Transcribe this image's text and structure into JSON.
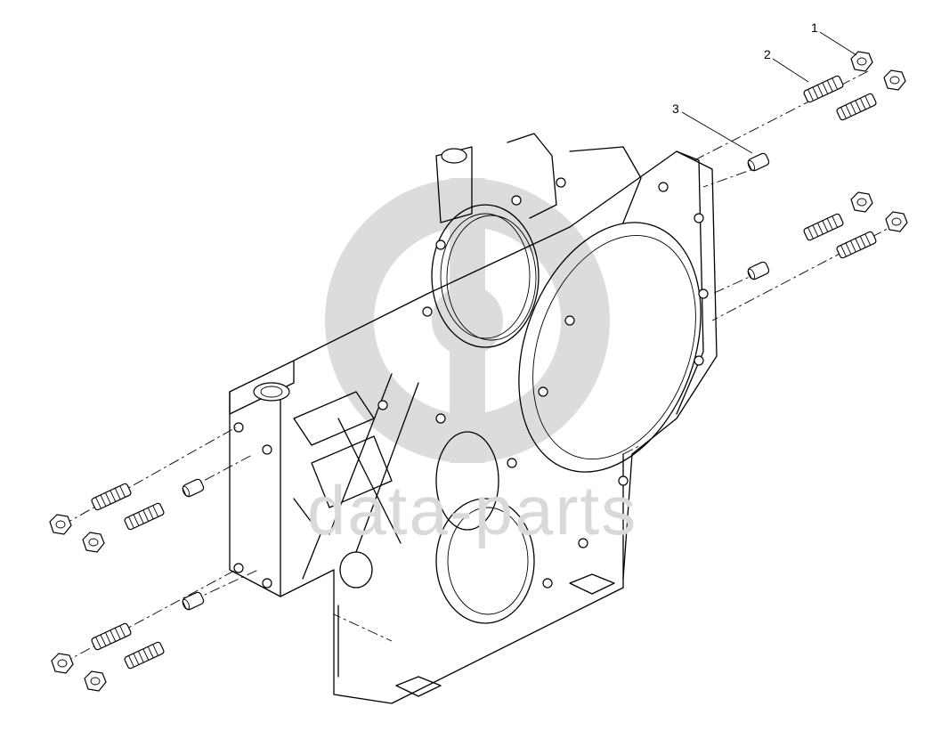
{
  "diagram": {
    "type": "exploded-parts-drawing",
    "watermark": "data-parts",
    "callouts": [
      {
        "label": "1"
      },
      {
        "label": "2"
      },
      {
        "label": "3"
      }
    ]
  }
}
